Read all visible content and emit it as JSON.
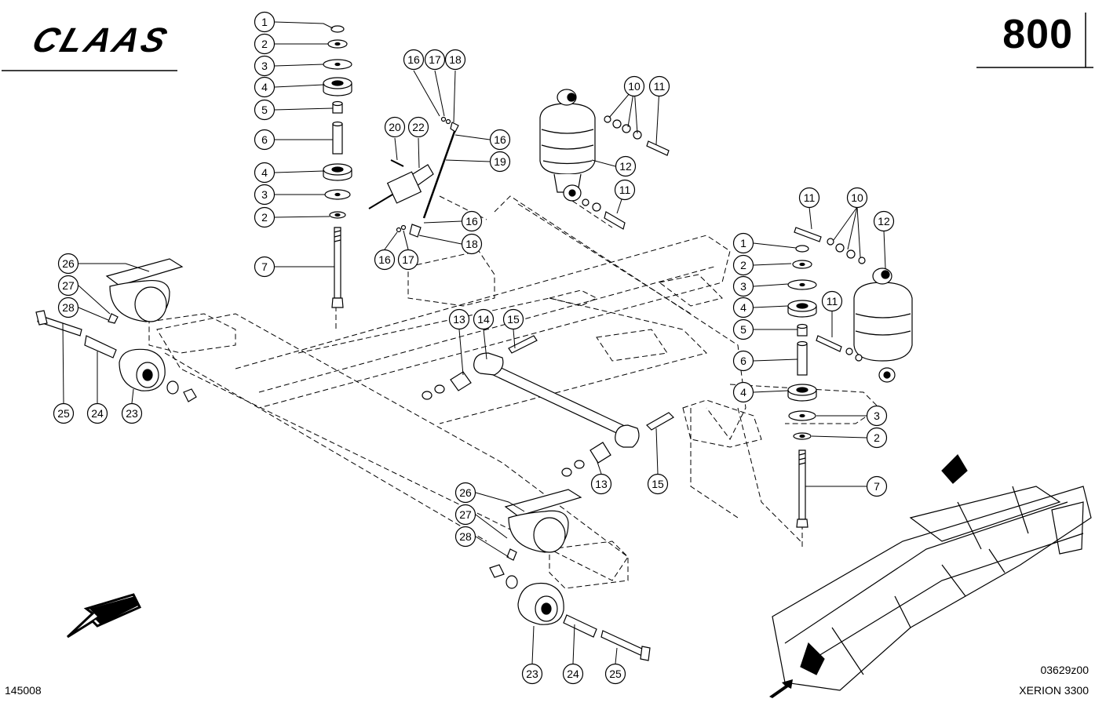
{
  "header": {
    "brand": "CLAAS",
    "page_number": "800"
  },
  "footer": {
    "document_number": "145008",
    "drawing_code": "03629z00",
    "model": "XERION 3300"
  },
  "icons": [
    "claas-logo",
    "front-direction-arrow-icon",
    "small-direction-arrow-icon"
  ],
  "callouts": [
    {
      "ref": "1"
    },
    {
      "ref": "2"
    },
    {
      "ref": "3"
    },
    {
      "ref": "4"
    },
    {
      "ref": "5"
    },
    {
      "ref": "6"
    },
    {
      "ref": "4"
    },
    {
      "ref": "3"
    },
    {
      "ref": "2"
    },
    {
      "ref": "7"
    },
    {
      "ref": "16"
    },
    {
      "ref": "17"
    },
    {
      "ref": "18"
    },
    {
      "ref": "16"
    },
    {
      "ref": "19"
    },
    {
      "ref": "20"
    },
    {
      "ref": "22"
    },
    {
      "ref": "16"
    },
    {
      "ref": "18"
    },
    {
      "ref": "16"
    },
    {
      "ref": "17"
    },
    {
      "ref": "10"
    },
    {
      "ref": "11"
    },
    {
      "ref": "12"
    },
    {
      "ref": "11"
    },
    {
      "ref": "11"
    },
    {
      "ref": "10"
    },
    {
      "ref": "12"
    },
    {
      "ref": "1"
    },
    {
      "ref": "2"
    },
    {
      "ref": "3"
    },
    {
      "ref": "4"
    },
    {
      "ref": "11"
    },
    {
      "ref": "5"
    },
    {
      "ref": "6"
    },
    {
      "ref": "4"
    },
    {
      "ref": "3"
    },
    {
      "ref": "2"
    },
    {
      "ref": "7"
    },
    {
      "ref": "26"
    },
    {
      "ref": "27"
    },
    {
      "ref": "28"
    },
    {
      "ref": "25"
    },
    {
      "ref": "24"
    },
    {
      "ref": "23"
    },
    {
      "ref": "13"
    },
    {
      "ref": "14"
    },
    {
      "ref": "15"
    },
    {
      "ref": "13"
    },
    {
      "ref": "15"
    },
    {
      "ref": "26"
    },
    {
      "ref": "27"
    },
    {
      "ref": "28"
    },
    {
      "ref": "23"
    },
    {
      "ref": "24"
    },
    {
      "ref": "25"
    }
  ]
}
